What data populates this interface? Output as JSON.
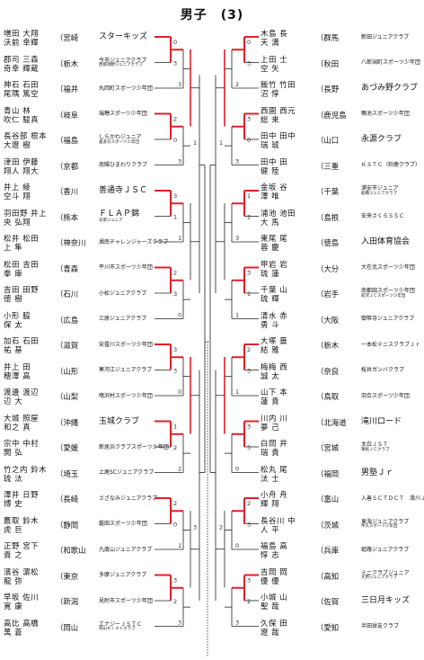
{
  "title": "男子　(3)",
  "left": [
    {
      "n1": "増田 大翔",
      "n2": "沃前 幸輝",
      "pref": "（宮崎",
      "club": "スターキッズ",
      "sub": "",
      "big": true
    },
    {
      "n1": "郡司 三森",
      "n2": "奇幸 輝蔵",
      "pref": "（栃木",
      "club": "今市ジュニアクラブ",
      "sub": "西那須野ジュニアクラブ",
      "big": false
    },
    {
      "n1": "神石 石田",
      "n2": "尾隅 篤空",
      "pref": "（福井",
      "club": "丸岡町スポーツ少年団",
      "sub": "",
      "big": false
    },
    {
      "n1": "青山 林",
      "n2": "吹仁 駿真",
      "pref": "（岐阜",
      "club": "瑞穂スポーツ少年団",
      "sub": "",
      "big": false
    },
    {
      "n1": "長谷部 根本",
      "n2": "大遼 樹",
      "pref": "（福島",
      "club": "しらかわジュニア",
      "sub": "喜多方スポーツ少年団",
      "big": false
    },
    {
      "n1": "津田 伊藤",
      "n2": "翔人 翔大",
      "pref": "（京都",
      "club": "南陽ひまわりクラブ",
      "sub": "",
      "big": false
    },
    {
      "n1": "井上 綾",
      "n2": "空斗 翔",
      "pref": "（香川",
      "club": "善通寺ＪＳＣ",
      "sub": "",
      "big": true
    },
    {
      "n1": "羽田野 井上",
      "n2": "央 弘翔",
      "pref": "（熊本",
      "club": "ＦＬＡＰ錦",
      "sub": "天草ジュニア",
      "big": true
    },
    {
      "n1": "松井 松田",
      "n2": "上 隼",
      "pref": "（神奈川",
      "club": "湘南チャレンジャーズクラブ",
      "sub": "",
      "big": false
    },
    {
      "n1": "松田 吉田",
      "n2": "拳 庫",
      "pref": "（青森",
      "club": "平川市スポーツ少年団",
      "sub": "",
      "big": false
    },
    {
      "n1": "吉田 田野",
      "n2": "徳 樹",
      "pref": "（石川",
      "club": "小松ジュニアクラブ",
      "sub": "",
      "big": false
    },
    {
      "n1": "小形 脇",
      "n2": "保 太",
      "pref": "（広島",
      "club": "三原ジュニアクラブ",
      "sub": "",
      "big": false
    },
    {
      "n1": "加石 石田",
      "n2": "祐 基",
      "pref": "（滋賀",
      "club": "安曇川スポーツ少年団",
      "sub": "",
      "big": false
    },
    {
      "n1": "井上 田",
      "n2": "穂澤 高",
      "pref": "（山形",
      "club": "寒河江ジュニアクラブ",
      "sub": "",
      "big": false
    },
    {
      "n1": "渡邊 渡辺",
      "n2": "辺 大",
      "pref": "（山梨",
      "club": "鳴沢村スポーツ少年団",
      "sub": "",
      "big": false
    },
    {
      "n1": "大城 照屋",
      "n2": "和之 真",
      "pref": "（沖縄",
      "club": "玉城クラブ",
      "sub": "",
      "big": true
    },
    {
      "n1": "宗中 中村",
      "n2": "開 弘",
      "pref": "（愛媛",
      "club": "新居浜クラブスポーツ少年団",
      "sub": "",
      "big": false
    },
    {
      "n1": "竹之内 鈴木",
      "n2": "琉 汰",
      "pref": "（埼玉",
      "club": "上尾SCジュニアクラブ",
      "sub": "",
      "big": false
    },
    {
      "n1": "澤井 日野",
      "n2": "博 史",
      "pref": "（長崎",
      "club": "さざなみジュニアクラブ",
      "sub": "",
      "big": false
    },
    {
      "n1": "鷹取 鈴木",
      "n2": "虎 巨",
      "pref": "（静岡",
      "club": "磐田スポーツ少年団",
      "sub": "",
      "big": false
    },
    {
      "n1": "正野 宮下",
      "n2": "貴 之",
      "pref": "（和歌山",
      "club": "九度山ジュニアクラブ",
      "sub": "",
      "big": false
    },
    {
      "n1": "濱谷 濵松",
      "n2": "龍 弥",
      "pref": "（東京",
      "club": "多摩ジュニアクラブ",
      "sub": "",
      "big": false
    },
    {
      "n1": "早坂 佐川",
      "n2": "寛 康",
      "pref": "（新潟",
      "club": "見附市スポーツ少年団",
      "sub": "",
      "big": false
    },
    {
      "n1": "高比 高橋",
      "n2": "萬 蒼",
      "pref": "（岡山",
      "club": "エナジーＪＳＴＣ",
      "sub": "岡山Ｋｉｄｓクラブ",
      "big": false
    }
  ],
  "right": [
    {
      "n1": "木島 長",
      "n2": "天 満",
      "pref": "（群馬",
      "club": "新田ジュニアクラブ",
      "sub": "",
      "big": false
    },
    {
      "n1": "上田 士",
      "n2": "空 矢",
      "pref": "（秋田",
      "club": "八郎潟町スポーツ少年団",
      "sub": "",
      "big": false
    },
    {
      "n1": "飯竹 竹田",
      "n2": "沼 惇",
      "pref": "（長野",
      "club": "あづみ野クラブ",
      "sub": "",
      "big": true
    },
    {
      "n1": "西園 西元",
      "n2": "総 来",
      "pref": "（鹿児島",
      "club": "鴨池スポーツ少年団",
      "sub": "",
      "big": false
    },
    {
      "n1": "田中 田中",
      "n2": "瑞 琥",
      "pref": "（山口",
      "club": "永源クラブ",
      "sub": "",
      "big": true
    },
    {
      "n1": "田中 田",
      "n2": "健 陸",
      "pref": "（三重",
      "club": "ＫＳＴＣ（鈴鹿クラブ）",
      "sub": "",
      "big": false
    },
    {
      "n1": "金坂 谷",
      "n2": "澤 唯",
      "pref": "（千葉",
      "club": "浦安市ジュニア",
      "sub": "船橋ジュニアクラブ",
      "big": false
    },
    {
      "n1": "浦池 池田",
      "n2": "大 馬",
      "pref": "（島根",
      "club": "安来さくらＳＳＣ",
      "sub": "",
      "big": false
    },
    {
      "n1": "東尾 尾",
      "n2": "蓉 慶",
      "pref": "（徳島",
      "club": "入田体育協会",
      "sub": "",
      "big": true
    },
    {
      "n1": "甲岩 岩",
      "n2": "琉 蓮",
      "pref": "（大分",
      "club": "大在北スポーツ少年団",
      "sub": "",
      "big": false
    },
    {
      "n1": "千葉 山",
      "n2": "琉 輝",
      "pref": "（岩手",
      "club": "南都田スポーツ少年団",
      "sub": "前沢ＪＣスポーツ少年団",
      "big": false
    },
    {
      "n1": "清水 赤",
      "n2": "勇 斗",
      "pref": "（大阪",
      "club": "御幣寺ジュニアクラブ",
      "sub": "",
      "big": false
    },
    {
      "n1": "大塚 曇",
      "n2": "結 雅",
      "pref": "（栃木",
      "club": "一本松テニスクラブＪｒ",
      "sub": "",
      "big": false
    },
    {
      "n1": "梅梅 西",
      "n2": "誠 太",
      "pref": "（奈良",
      "club": "桜井ガンバクラブ",
      "sub": "",
      "big": false
    },
    {
      "n1": "山下 本",
      "n2": "蓮 貴",
      "pref": "（鳥取",
      "club": "羽合スポーツ少年団",
      "sub": "",
      "big": false
    },
    {
      "n1": "川内 川",
      "n2": "夢 己",
      "pref": "（北海道",
      "club": "滝川ロード",
      "sub": "",
      "big": true
    },
    {
      "n1": "白岡 井",
      "n2": "瑞 貴",
      "pref": "（宮城",
      "club": "太白ＪＳＴ",
      "sub": "東松ＪＣクラブ",
      "big": false
    },
    {
      "n1": "松丸 尾",
      "n2": "汰 士",
      "pref": "（福岡",
      "club": "男塾Ｊｒ",
      "sub": "",
      "big": true
    },
    {
      "n1": "小舟 舟",
      "n2": "輝 翔",
      "pref": "（富山",
      "club": "入善ＳＣＴＤＣＴ　滑川ＪＴＣ",
      "sub": "",
      "big": false
    },
    {
      "n1": "長谷川 中",
      "n2": "人 平",
      "pref": "（茨城",
      "club": "東海ジュニアクラブ",
      "sub": "牛久スポーツ少年団",
      "big": false
    },
    {
      "n1": "福島 高",
      "n2": "惇 志",
      "pref": "（兵庫",
      "club": "姫路ジュニアクラブ",
      "sub": "",
      "big": false
    },
    {
      "n1": "吉岡 岡",
      "n2": "優 優",
      "pref": "（高知",
      "club": "ミニクラブジュニア",
      "sub": "大用ジュニアクラブ",
      "big": false
    },
    {
      "n1": "小城 山",
      "n2": "聖 哉",
      "pref": "（佐賀",
      "club": "三日月キッズ",
      "sub": "",
      "big": true
    },
    {
      "n1": "久保 田",
      "n2": "遼 哉",
      "pref": "（愛知",
      "club": "半田球友クラブ",
      "sub": "",
      "big": false
    }
  ],
  "scores": {
    "l": [
      "0",
      "3",
      "3",
      "2",
      "0",
      "3",
      "3",
      "1",
      "1",
      "2",
      "3",
      "0",
      "3",
      "3",
      "0",
      "1",
      "2",
      "2",
      "2",
      "0",
      "1",
      "3",
      "2",
      "3"
    ],
    "r": [
      "0",
      "3",
      "2",
      "3",
      "0",
      "3",
      "1",
      "2",
      "3",
      "3",
      "1",
      "1",
      "2",
      "3",
      "1",
      "3",
      "3",
      "0",
      "2",
      "3",
      "0",
      "3",
      "2",
      "3"
    ],
    "mid": [
      "1",
      "3",
      "1",
      "2"
    ]
  },
  "colors": {
    "win": "#e0202a",
    "line": "#222222"
  }
}
